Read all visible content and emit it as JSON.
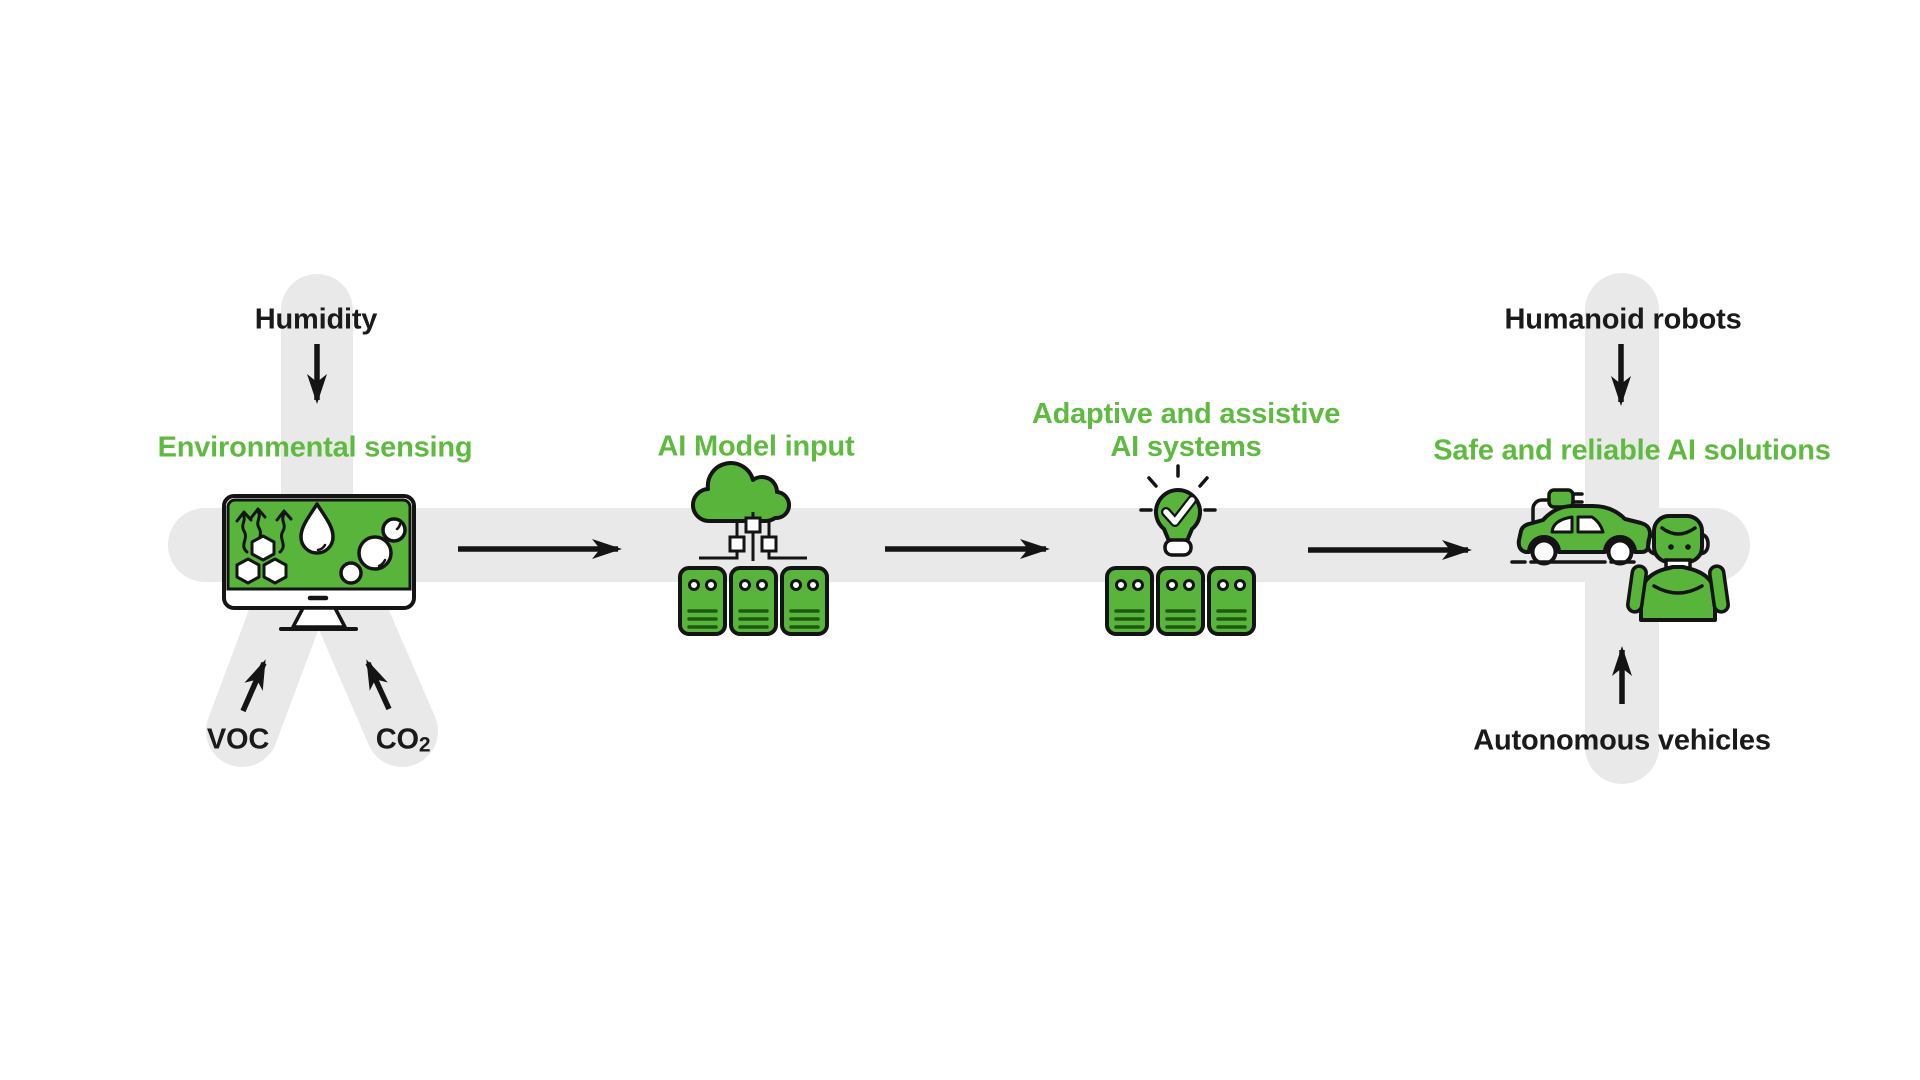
{
  "colors": {
    "green": "#58b43a",
    "text_green": "#5fba40",
    "band": "#e9e9e9",
    "ink": "#141414",
    "bg": "#ffffff"
  },
  "labels": {
    "humidity": "Humidity",
    "voc": "VOC",
    "co2_base": "CO",
    "co2_sub": "2",
    "environmental_sensing": "Environmental sensing",
    "ai_model_input": "AI Model input",
    "adaptive_line1": "Adaptive and assistive",
    "adaptive_line2": "AI systems",
    "safe_reliable": "Safe and reliable AI solutions",
    "humanoid_robots": "Humanoid robots",
    "autonomous_vehicles": "Autonomous vehicles"
  },
  "flow": {
    "inputs": [
      "Humidity",
      "VOC",
      "CO2"
    ],
    "stages": [
      "Environmental sensing",
      "AI Model input",
      "Adaptive and assistive AI systems",
      "Safe and reliable AI solutions"
    ],
    "outputs": [
      "Humanoid robots",
      "Autonomous vehicles"
    ],
    "icons": [
      "monitor-environment-icon",
      "cloud-network-servers-icon",
      "lightbulb-check-servers-icon",
      "electric-car-icon",
      "humanoid-robot-icon"
    ]
  }
}
